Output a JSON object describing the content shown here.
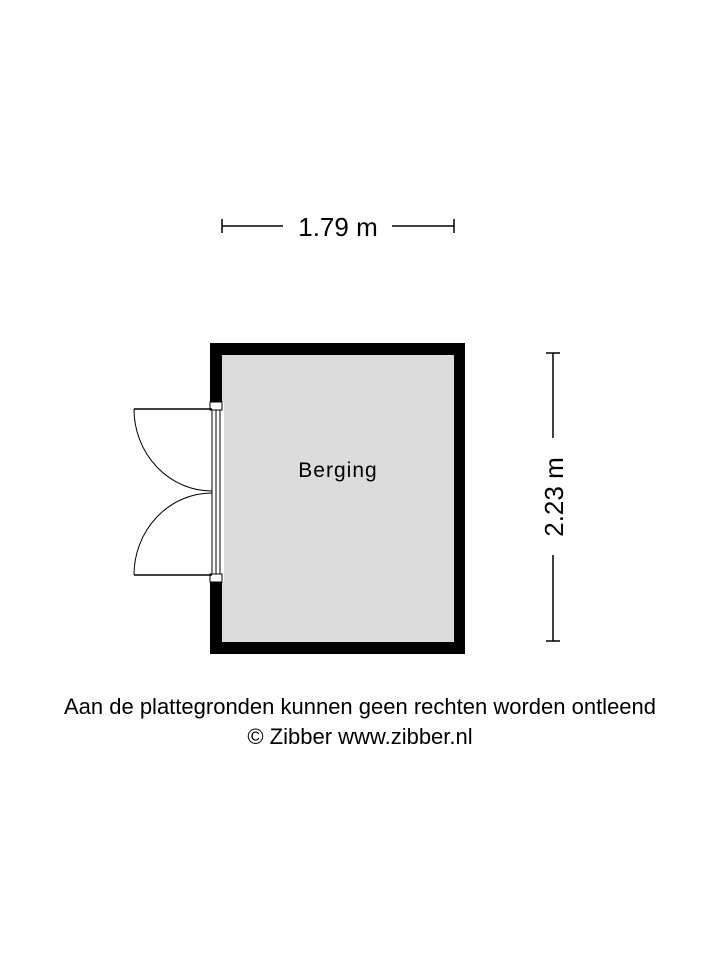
{
  "floorplan": {
    "width_label": "1.79 m",
    "height_label": "2.23 m",
    "rooms": [
      {
        "name": "Berging"
      }
    ],
    "colors": {
      "wall": "#000000",
      "floor": "#dcdcdc",
      "line": "#000000"
    }
  },
  "footer": {
    "disclaimer": "Aan de plattegronden kunnen geen rechten worden ontleend",
    "copyright": "© Zibber www.zibber.nl"
  }
}
